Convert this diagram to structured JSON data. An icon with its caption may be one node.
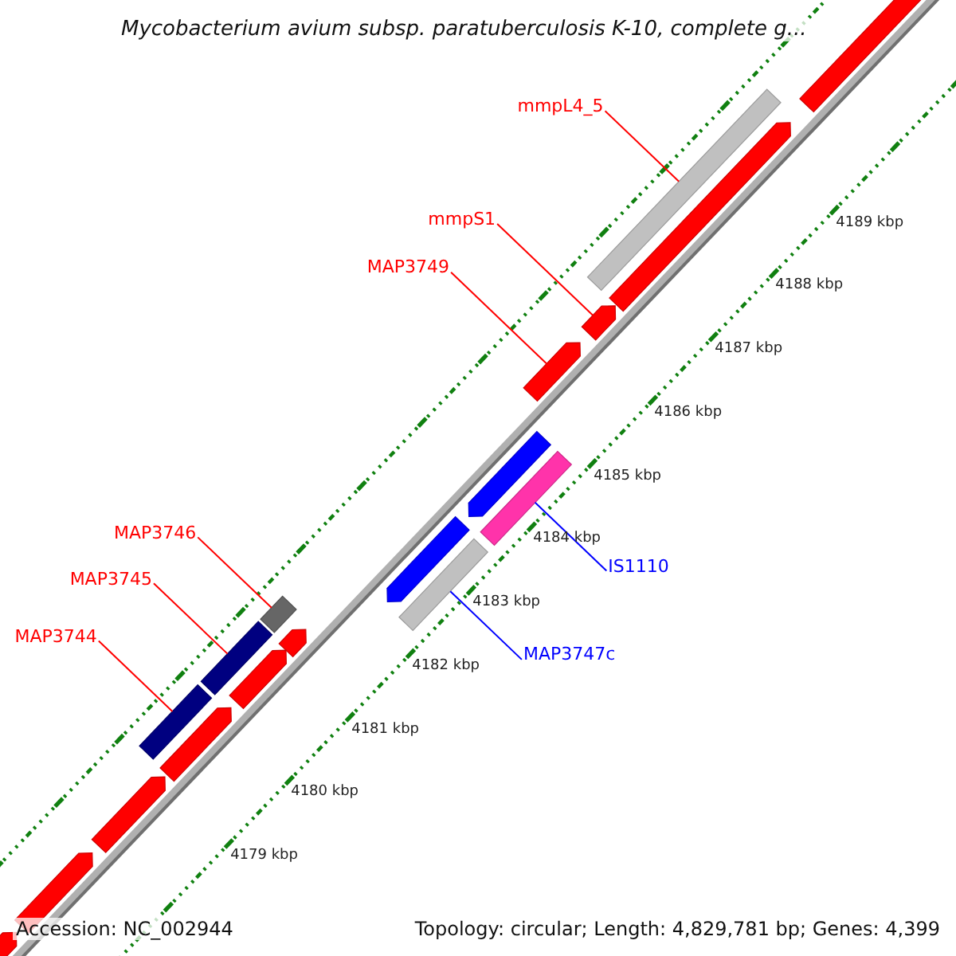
{
  "diagram": {
    "title": "Mycobacterium avium subsp. paratuberculosis K-10, complete g...",
    "nodes": [
      {
        "text": [
          "mmpL4_5"
        ]
      },
      {
        "text": [
          "mmpS1"
        ]
      },
      {
        "text": [
          "MAP3749"
        ]
      },
      {
        "text": [
          "MAP3746"
        ]
      },
      {
        "text": [
          "IS1110"
        ]
      },
      {
        "text": [
          "MAP3745"
        ]
      },
      {
        "text": [
          "MAP3744"
        ]
      },
      {
        "text": [
          "MAP3747c"
        ]
      },
      {
        "text": [],
        "shape": "bar"
      },
      {
        "text": [],
        "shape": "bar"
      },
      {
        "text": [],
        "shape": "bar"
      },
      {
        "text": [],
        "shape": "bar"
      },
      {
        "text": [],
        "shape": "bar"
      },
      {
        "text": [],
        "shape": "bar"
      },
      {
        "text": [],
        "shape": "bar"
      },
      {
        "text": [],
        "shape": "bar"
      },
      {
        "text": [],
        "shape": "bar"
      },
      {
        "text": [],
        "shape": "bar"
      },
      {
        "text": [],
        "shape": "bar"
      },
      {
        "text": [],
        "shape": "bar"
      },
      {
        "text": [],
        "shape": "bar"
      },
      {
        "text": [],
        "shape": "bar"
      },
      {
        "text": [],
        "shape": "bar"
      },
      {
        "text": [],
        "shape": "bar"
      },
      {
        "text": [],
        "shape": "bar"
      },
      {
        "text": [],
        "shape": "bar"
      }
    ],
    "edges": [
      {
        "from": 0,
        "to": 8,
        "arrow": "none"
      },
      {
        "from": 1,
        "to": 9,
        "arrow": "none"
      },
      {
        "from": 2,
        "to": 10,
        "arrow": "none"
      },
      {
        "from": 3,
        "to": 13,
        "arrow": "none"
      },
      {
        "from": 4,
        "to": 11,
        "arrow": "none",
        "color": "#0000ff"
      },
      {
        "from": 5,
        "to": 14,
        "arrow": "none"
      },
      {
        "from": 6,
        "to": 15,
        "arrow": "none"
      },
      {
        "from": 7,
        "to": 12,
        "arrow": "none",
        "color": "#0000ff"
      }
    ],
    "labels": [
      "4189 kbp",
      "4188 kbp",
      "4187 kbp",
      "4186 kbp",
      "4185 kbp",
      "4184 kbp",
      "4183 kbp",
      "4182 kbp",
      "4181 kbp",
      "4180 kbp",
      "4179 kbp",
      "Accession: NC_002944",
      "Topology: circular; Length: 4,829,781 bp; Genes: 4,399"
    ]
  }
}
